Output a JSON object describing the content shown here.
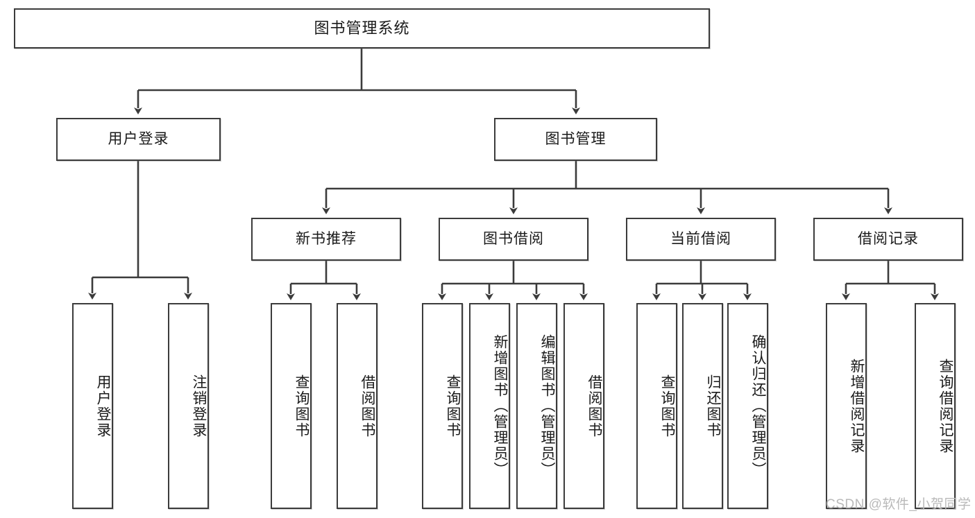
{
  "diagram": {
    "title": "图书管理系统",
    "type": "tree",
    "root": {
      "label": "图书管理系统"
    },
    "level2": [
      {
        "label": "用户登录"
      },
      {
        "label": "图书管理"
      }
    ],
    "level3": [
      {
        "label": "新书推荐"
      },
      {
        "label": "图书借阅"
      },
      {
        "label": "当前借阅"
      },
      {
        "label": "借阅记录"
      }
    ],
    "leaves": {
      "user_login": [
        {
          "label": "用户登录"
        },
        {
          "label": "注销登录"
        }
      ],
      "new_book_recommend": [
        {
          "label": "查询图书"
        },
        {
          "label": "借阅图书"
        }
      ],
      "book_borrow": [
        {
          "label": "查询图书"
        },
        {
          "label": "新增图书（管理员）"
        },
        {
          "label": "编辑图书（管理员）"
        },
        {
          "label": "借阅图书"
        }
      ],
      "current_borrow": [
        {
          "label": "查询图书"
        },
        {
          "label": "归还图书"
        },
        {
          "label": "确认归还（管理员）"
        }
      ],
      "borrow_records": [
        {
          "label": "新增借阅记录"
        },
        {
          "label": "查询借阅记录"
        }
      ]
    }
  },
  "colors": {
    "stroke": "#3b3b3b",
    "background": "#ffffff",
    "text": "#1a1a1a",
    "watermark": "#b9b9b9"
  },
  "watermark": {
    "text": "CSDN @软件_小贺同学"
  }
}
